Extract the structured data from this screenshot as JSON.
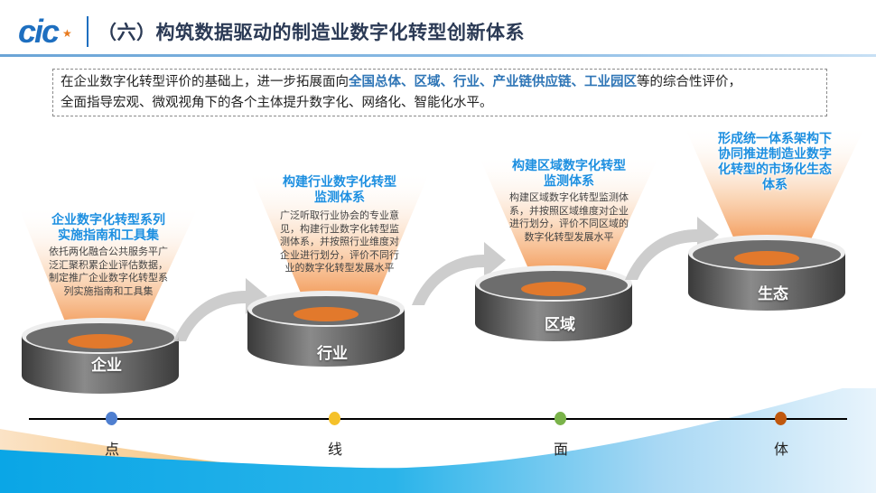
{
  "header": {
    "logo_text": "cic",
    "logo_star": "★",
    "title": "（六）构筑数据驱动的制造业数字化转型创新体系"
  },
  "intro": {
    "seg1": "在企业数字化转型评价的基础上，进一步拓展面向",
    "hl1": "全国总体、区域、行业、产业链供应链、工业园区",
    "seg2": "等的综合性评价，",
    "line2": "全面指导宏观、微观视角下的各个主体提升数字化、网络化、智能化水平。"
  },
  "stages": [
    {
      "label": "企业",
      "title": "企业数字化转型系列\n实施指南和工具集",
      "desc": "依托两化融合公共服务平广\n泛汇聚积累企业评估数据，\n制定推广企业数字化转型系\n列实施指南和工具集"
    },
    {
      "label": "行业",
      "title": "构建行业数字化转型\n监测体系",
      "desc": "广泛听取行业协会的专业意\n见，构建行业数字化转型监\n测体系，并按照行业维度对\n企业进行划分，评价不同行\n业的数字化转型发展水平"
    },
    {
      "label": "区域",
      "title": "构建区域数字化转型\n监测体系",
      "desc": "构建区域数字化转型监测体\n系，并按照区域维度对企业\n进行划分，评价不同区域的\n数字化转型发展水平"
    },
    {
      "label": "生态",
      "title": "形成统一体系架构下\n协同推进制造业数字\n化转型的市场化生态\n体系",
      "desc": ""
    }
  ],
  "timeline": {
    "points": [
      {
        "label": "点",
        "color": "#4f7fd0"
      },
      {
        "label": "线",
        "color": "#f5c12a"
      },
      {
        "label": "面",
        "color": "#7ab34a"
      },
      {
        "label": "体",
        "color": "#c0580e"
      }
    ]
  },
  "colors": {
    "accent_blue": "#1d8fe0",
    "title_dark": "#2b3a55",
    "beam_orange": "#f08232",
    "cylinder_gray": "#5a5a5a"
  }
}
